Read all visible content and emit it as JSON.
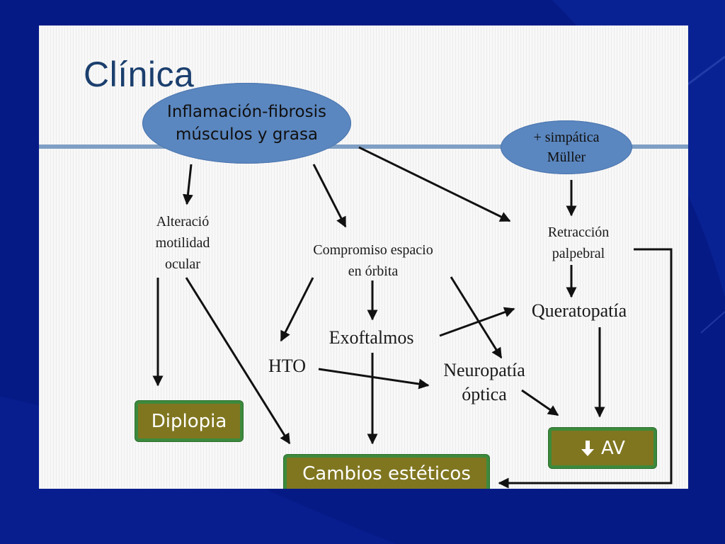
{
  "slide": {
    "title": "Clínica"
  },
  "nodes": {
    "inflamacion": {
      "line1": "Inflamación-fibrosis",
      "line2": "músculos y grasa"
    },
    "simpatica": {
      "line1": "+ simpática",
      "line2": "Müller"
    },
    "alteracion": {
      "line1": "Alteració",
      "line2": "motilidad",
      "line3": "ocular"
    },
    "compromiso": {
      "line1": "Compromiso espacio",
      "line2": "en órbita"
    },
    "retraccion": {
      "line1": "Retracción",
      "line2": "palpebral"
    },
    "queratopatia": "Queratopatía",
    "exoftalmos": "Exoftalmos",
    "hto": "HTO",
    "neuropatia": {
      "line1": "Neuropatía",
      "line2": "óptica"
    }
  },
  "outcomes": {
    "diplopia": "Diplopia",
    "av": "AV",
    "cambios": "Cambios estéticos"
  },
  "icons": {
    "av_arrow": "down-arrow-icon"
  },
  "colors": {
    "page_background": "#061a86",
    "ellipse_fill": "#5b87c0",
    "outcome_fill": "#807620",
    "outcome_border": "#3c8a3c",
    "title": "#1b3f6e",
    "divider": "#7f9fc4"
  }
}
